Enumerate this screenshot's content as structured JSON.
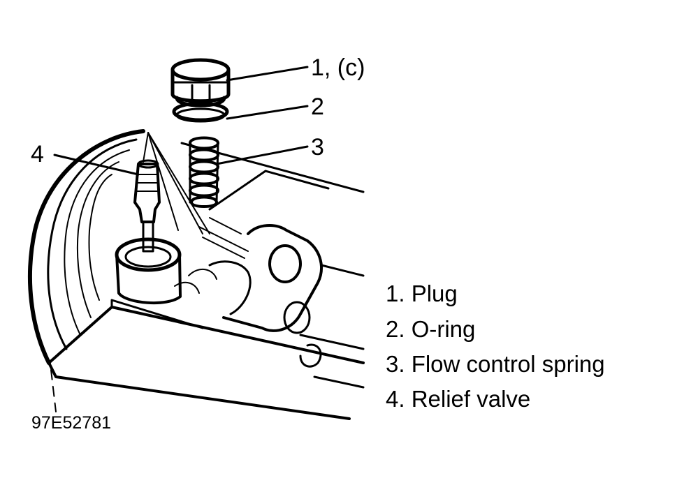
{
  "callouts": {
    "c1": "1, (c)",
    "c2": "2",
    "c3": "3",
    "c4": "4"
  },
  "legend": {
    "items": [
      "1. Plug",
      "2. O-ring",
      "3. Flow control spring",
      "4. Relief valve"
    ]
  },
  "figure_id": "97E52781"
}
